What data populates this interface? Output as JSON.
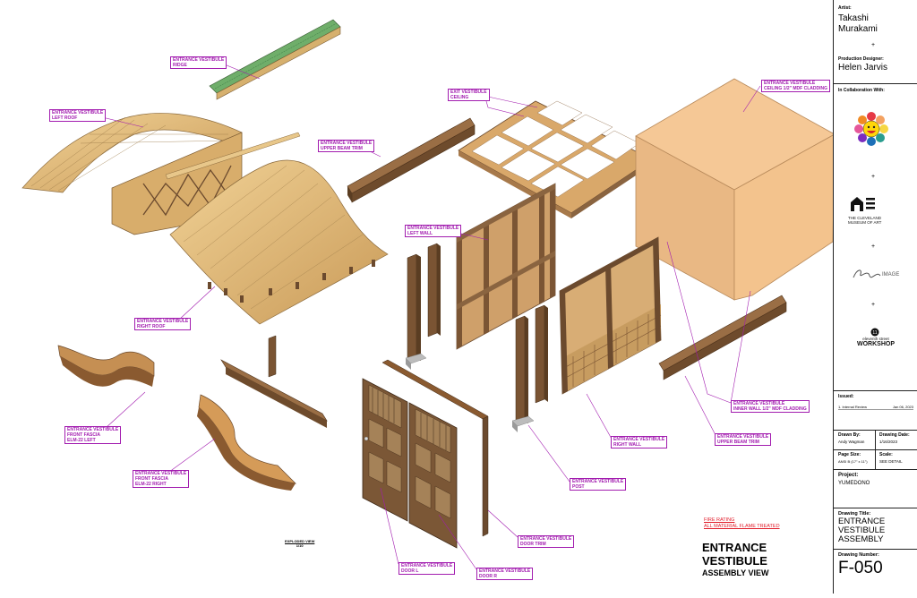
{
  "drawing": {
    "view_label": "EXPLODED VIEW",
    "view_scale": "1/10",
    "fire_rating": [
      "FIRE RATING",
      "ALL MATERIAL FLAME TREATED"
    ],
    "title_lines": [
      "ENTRANCE",
      "VESTIBULE",
      "ASSEMBLY VIEW"
    ],
    "colors": {
      "callout": "#a21caf",
      "fire": "#e11d2b",
      "wood_light": "#e2bd79",
      "wood_dark": "#6b4a2e",
      "cladding": "#f3c592"
    }
  },
  "callouts": [
    {
      "name": "callout-ridge",
      "lines": [
        "ENTRANCE VESTIBULE",
        "RIDGE"
      ]
    },
    {
      "name": "callout-left-roof",
      "lines": [
        "ENTRANCE VESTIBULE",
        "LEFT ROOF"
      ]
    },
    {
      "name": "callout-upper-beam-trim-left",
      "lines": [
        "ENTRANCE VESTIBULE",
        "UPPER BEAM TRIM"
      ]
    },
    {
      "name": "callout-exit-ceiling",
      "lines": [
        "EXIT VESTIBULE",
        "CEILING"
      ]
    },
    {
      "name": "callout-ceiling-cladding",
      "lines": [
        "ENTRANCE VESTIBULE",
        "CEILING 1/2\" MDF CLADDING"
      ]
    },
    {
      "name": "callout-left-wall",
      "lines": [
        "ENTRANCE VESTIBULE",
        "LEFT WALL"
      ]
    },
    {
      "name": "callout-right-roof",
      "lines": [
        "ENTRANCE VESTIBULE",
        "RIGHT ROOF"
      ]
    },
    {
      "name": "callout-fascia-left",
      "lines": [
        "ENTRANCE VESTIBULE",
        "FRONT FASCIA",
        "ELM-22 LEFT"
      ]
    },
    {
      "name": "callout-fascia-right",
      "lines": [
        "ENTRANCE VESTIBULE",
        "FRONT FASCIA",
        "ELM-22 RIGHT"
      ]
    },
    {
      "name": "callout-inner-wall",
      "lines": [
        "ENTRANCE VESTIBULE",
        "INNER WALL 1/2\" MDF CLADDING"
      ]
    },
    {
      "name": "callout-right-wall",
      "lines": [
        "ENTRANCE VESTIBULE",
        "RIGHT WALL"
      ]
    },
    {
      "name": "callout-upper-beam-trim-right",
      "lines": [
        "ENTRANCE VESTIBULE",
        "UPPER BEAM TRIM"
      ]
    },
    {
      "name": "callout-post",
      "lines": [
        "ENTRANCE VESTIBULE",
        "POST"
      ]
    },
    {
      "name": "callout-door-trim",
      "lines": [
        "ENTRANCE VESTIBULE",
        "DOOR TRIM"
      ]
    },
    {
      "name": "callout-door-l",
      "lines": [
        "ENTRANCE VESTIBULE",
        "DOOR L"
      ]
    },
    {
      "name": "callout-door-r",
      "lines": [
        "ENTRANCE VESTIBULE",
        "DOOR R"
      ]
    }
  ],
  "titleblock": {
    "artist_label": "Artist:",
    "artist_lines": [
      "Takashi",
      "Murakami"
    ],
    "plus": "+",
    "designer_label": "Production Designer:",
    "designer": "Helen Jarvis",
    "collab_label": "In Collaboration With:",
    "logo_museum": [
      "THE CLEVELAND",
      "MUSEUM OF ART"
    ],
    "logo_workshop": [
      "eleventh street",
      "WORKSHOP"
    ],
    "issued_label": "Issued:",
    "issued_row": [
      "1. Internal Review",
      "Jan 06, 2023"
    ],
    "drawn_by_label": "Drawn By:",
    "drawn_by": "Andy Wagman",
    "drawing_date_label": "Drawing Date:",
    "drawing_date": "1/16/2023",
    "page_size_label": "Page Size:",
    "page_size": "ANSI B (17\" x 11\")",
    "scale_label": "Scale:",
    "scale": "SEE DETAIL",
    "project_label": "Project:",
    "project": "YUMEDONO",
    "drawing_title_label": "Drawing Title:",
    "drawing_title_lines": [
      "ENTRANCE",
      "VESTIBULE",
      "ASSEMBLY"
    ],
    "drawing_number_label": "Drawing Number:",
    "drawing_number": "F-050"
  }
}
